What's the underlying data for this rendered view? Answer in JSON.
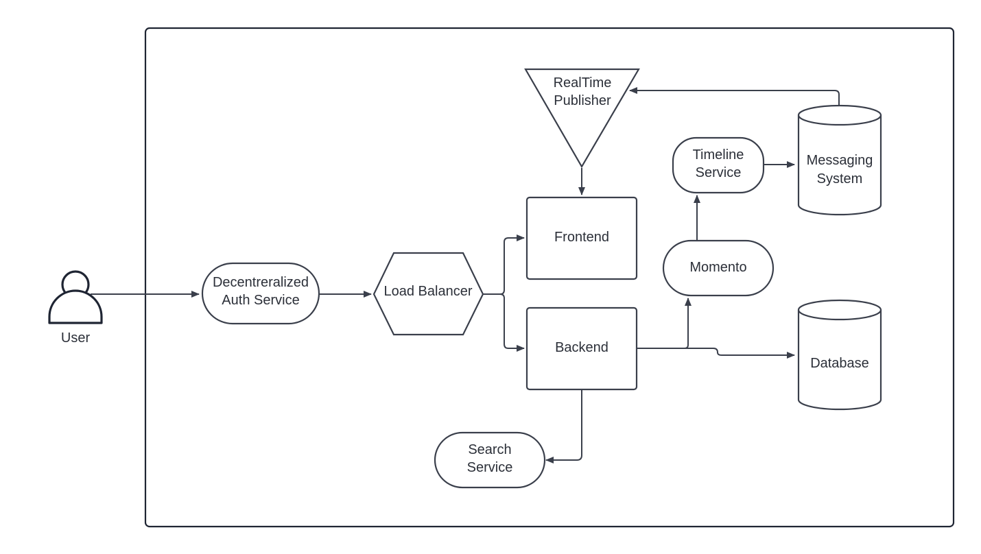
{
  "colors": {
    "stroke": "#3a3f4b",
    "text": "#2b2f38",
    "actor": "#1f2533",
    "background": "#ffffff"
  },
  "actor": {
    "label": "User",
    "icon": "user-icon"
  },
  "nodes": {
    "auth": {
      "lines": [
        "Decentreralized",
        "Auth Service"
      ]
    },
    "load_balancer": {
      "label": "Load Balancer"
    },
    "publisher": {
      "lines": [
        "RealTime",
        "Publisher"
      ]
    },
    "frontend": {
      "label": "Frontend"
    },
    "backend": {
      "label": "Backend"
    },
    "search": {
      "lines": [
        "Search",
        "Service"
      ]
    },
    "momento": {
      "label": "Momento"
    },
    "timeline": {
      "lines": [
        "Timeline",
        "Service"
      ]
    },
    "messaging": {
      "lines": [
        "Messaging",
        "System"
      ]
    },
    "database": {
      "label": "Database"
    }
  },
  "edges": [
    {
      "from": "User",
      "to": "Decentreralized Auth Service"
    },
    {
      "from": "Decentreralized Auth Service",
      "to": "Load Balancer"
    },
    {
      "from": "Load Balancer",
      "to": "Frontend"
    },
    {
      "from": "Load Balancer",
      "to": "Backend"
    },
    {
      "from": "RealTime Publisher",
      "to": "Frontend"
    },
    {
      "from": "Backend",
      "to": "Momento"
    },
    {
      "from": "Backend",
      "to": "Database"
    },
    {
      "from": "Backend",
      "to": "Search Service"
    },
    {
      "from": "Momento",
      "to": "Timeline Service"
    },
    {
      "from": "Timeline Service",
      "to": "Messaging System"
    },
    {
      "from": "Messaging System",
      "to": "RealTime Publisher"
    }
  ]
}
